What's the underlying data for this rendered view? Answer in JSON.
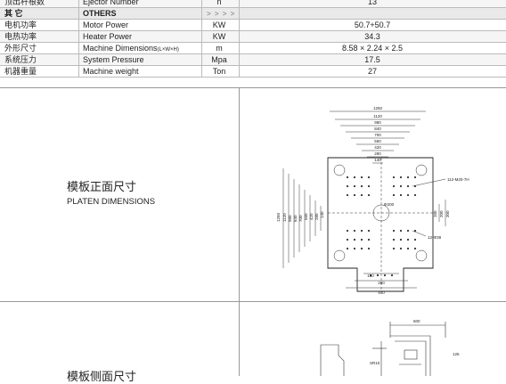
{
  "rows": [
    {
      "zh": "顶出杆根数",
      "en": "Ejector Number",
      "unit": "n",
      "value": "13",
      "type": "gray"
    },
    {
      "zh": "其    它",
      "en": "OTHERS",
      "unit": "",
      "value": "",
      "type": "hdr"
    },
    {
      "zh": "电机功率",
      "en": "Motor Power",
      "unit": "KW",
      "value": "50.7+50.7",
      "type": ""
    },
    {
      "zh": "电热功率",
      "en": "Heater Power",
      "unit": "KW",
      "value": "34.3",
      "type": "gray"
    },
    {
      "zh": "外形尺寸",
      "en": "Machine Dimensions",
      "en_sub": "(L×W×H)",
      "unit": "m",
      "value": "8.58 × 2.24 × 2.5",
      "type": ""
    },
    {
      "zh": "系统压力",
      "en": "System  Pressure",
      "unit": "Mpa",
      "value": "17.5",
      "type": "gray"
    },
    {
      "zh": "机器重量",
      "en": "Machine weight",
      "unit": "Ton",
      "value": "27",
      "type": ""
    }
  ],
  "header_arrows": "> > > >",
  "platen": {
    "title_zh": "模板正面尺寸",
    "title_en": "PLATEN DIMENSIONS",
    "top_dims": [
      "1250",
      "1120",
      "980",
      "840",
      "700",
      "560",
      "420",
      "280",
      "140"
    ],
    "left_dims": [
      "1250",
      "1120",
      "980",
      "840",
      "700",
      "560",
      "420",
      "280",
      "140"
    ],
    "right_labels": [
      "112-M20-7H",
      "12-Φ38"
    ],
    "right_dims": [
      "100",
      "200",
      "300"
    ],
    "center_label": "Φ200",
    "bottom_dims": [
      "130",
      "280",
      "400"
    ]
  },
  "side": {
    "title_zh": "模板侧面尺寸",
    "dims": [
      "600",
      "SR10",
      "125"
    ]
  }
}
